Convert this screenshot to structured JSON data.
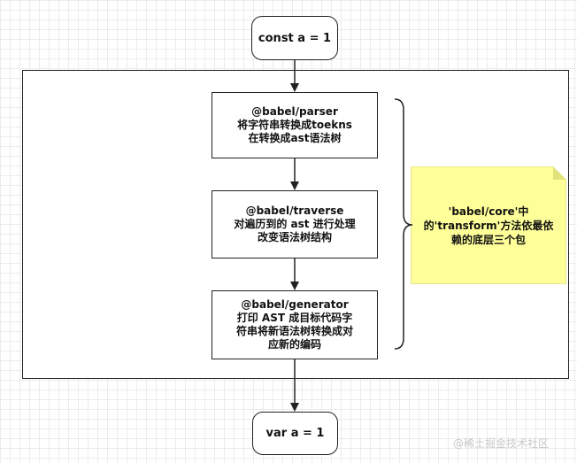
{
  "flow": {
    "start": "const a = 1",
    "steps": [
      {
        "title": "@babel/parser",
        "lines": [
          "将字符串转换成toekns",
          "在转换成ast语法树"
        ]
      },
      {
        "title": "@babel/traverse",
        "lines": [
          "对遍历到的 ast 进行处理",
          "改变语法树结构"
        ]
      },
      {
        "title": "@babel/generator",
        "lines": [
          "打印 AST 成目标代码字",
          "符串将新语法树转换成对",
          "应新的编码"
        ]
      }
    ],
    "end": "var a = 1"
  },
  "note": {
    "lines": [
      "'babel/core'中",
      "的'transform'方法依最依",
      "赖的底层三个包"
    ],
    "color": "#ffff99"
  },
  "watermark": "@稀土掘金技术社区"
}
